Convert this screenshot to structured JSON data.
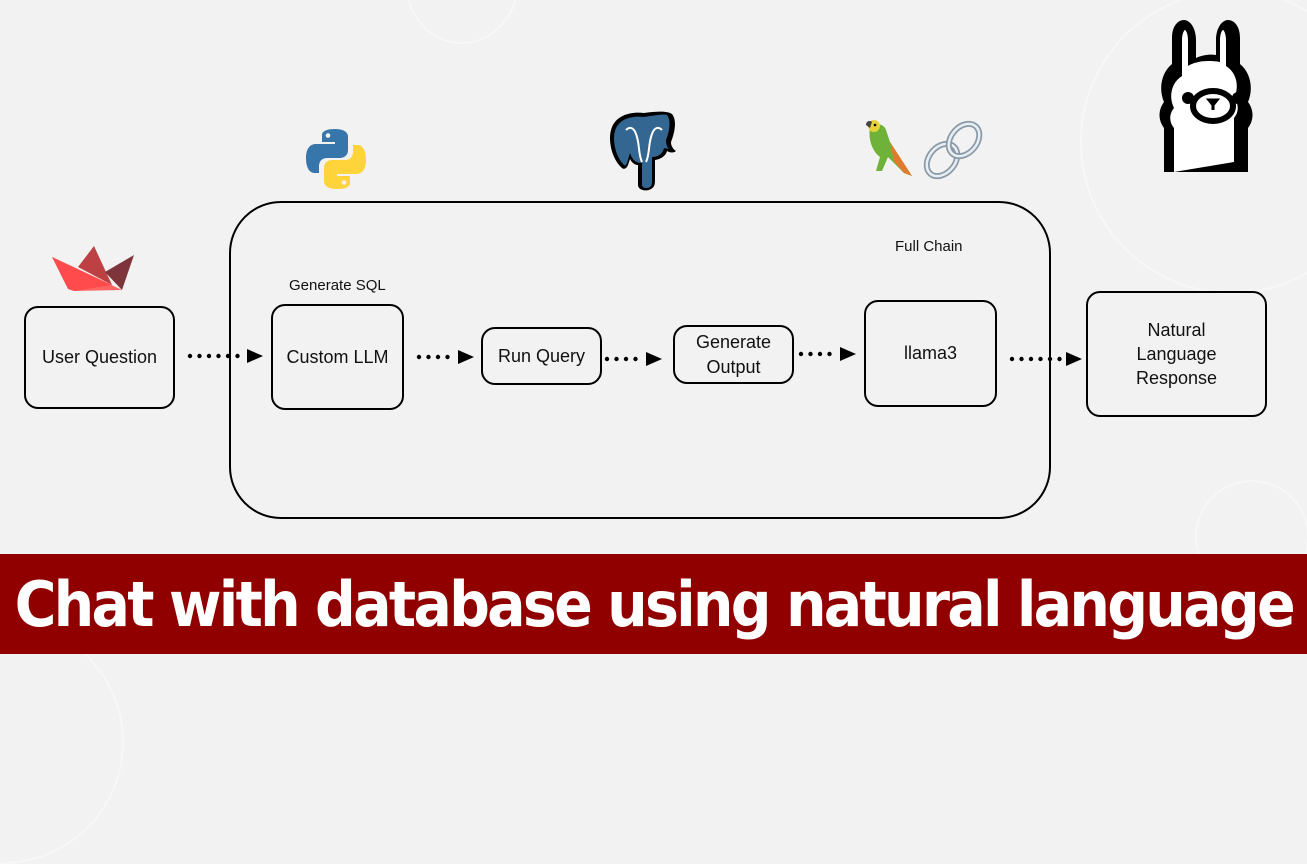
{
  "diagram": {
    "nodes": [
      {
        "id": "user_question",
        "label": "User Question"
      },
      {
        "id": "custom_llm",
        "label": "Custom LLM",
        "caption": "Generate SQL"
      },
      {
        "id": "run_query",
        "label": "Run Query"
      },
      {
        "id": "generate_output",
        "label": "Generate Output"
      },
      {
        "id": "llama3",
        "label": "llama3",
        "caption": "Full Chain"
      },
      {
        "id": "natural_language_response",
        "label": "Natural Language Response"
      }
    ],
    "edges": [
      {
        "from": "user_question",
        "to": "custom_llm",
        "style": "dotted-arrow"
      },
      {
        "from": "custom_llm",
        "to": "run_query",
        "style": "dotted-arrow"
      },
      {
        "from": "run_query",
        "to": "generate_output",
        "style": "dotted-arrow"
      },
      {
        "from": "generate_output",
        "to": "llama3",
        "style": "dotted-arrow"
      },
      {
        "from": "llama3",
        "to": "natural_language_response",
        "style": "dotted-arrow"
      }
    ],
    "group": {
      "id": "pipeline",
      "contains": [
        "custom_llm",
        "run_query",
        "generate_output",
        "llama3"
      ]
    }
  },
  "logos": {
    "streamlit": "streamlit-logo-icon",
    "python": "python-logo-icon",
    "postgresql": "postgresql-elephant-icon",
    "langchain": "parrot-and-chain-icon",
    "ollama": "ollama-llama-icon"
  },
  "colors": {
    "background": "#f2f2f2",
    "banner": "#900000",
    "banner_text": "#ffffff",
    "streamlit_red": "#ff4b4b",
    "postgres_blue": "#336791",
    "python_blue": "#3776ab",
    "python_yellow": "#ffd43b"
  },
  "banner": {
    "title": "Chat with database using natural language"
  }
}
